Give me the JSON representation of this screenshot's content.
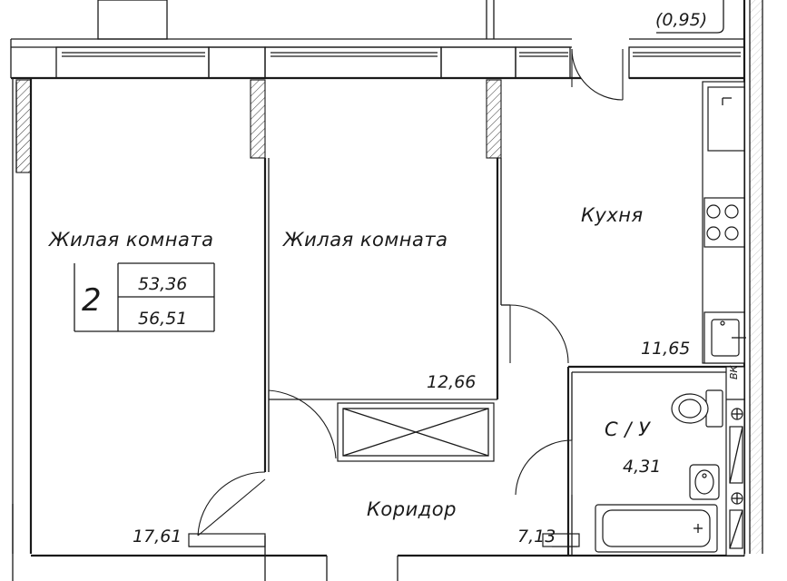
{
  "balcony_area": "(0,95)",
  "apartment": {
    "number": "2",
    "living_area": "53,36",
    "total_area": "56,51"
  },
  "rooms": {
    "living_room_1": {
      "name": "Жилая комната",
      "area": "17,61"
    },
    "living_room_2": {
      "name": "Жилая комната",
      "area": "12,66"
    },
    "kitchen": {
      "name": "Кухня",
      "area": "11,65"
    },
    "bathroom": {
      "name": "С / У",
      "area": "4,31"
    },
    "corridor": {
      "name": "Коридор",
      "area": "7,13"
    }
  },
  "riser_label": "ВК"
}
